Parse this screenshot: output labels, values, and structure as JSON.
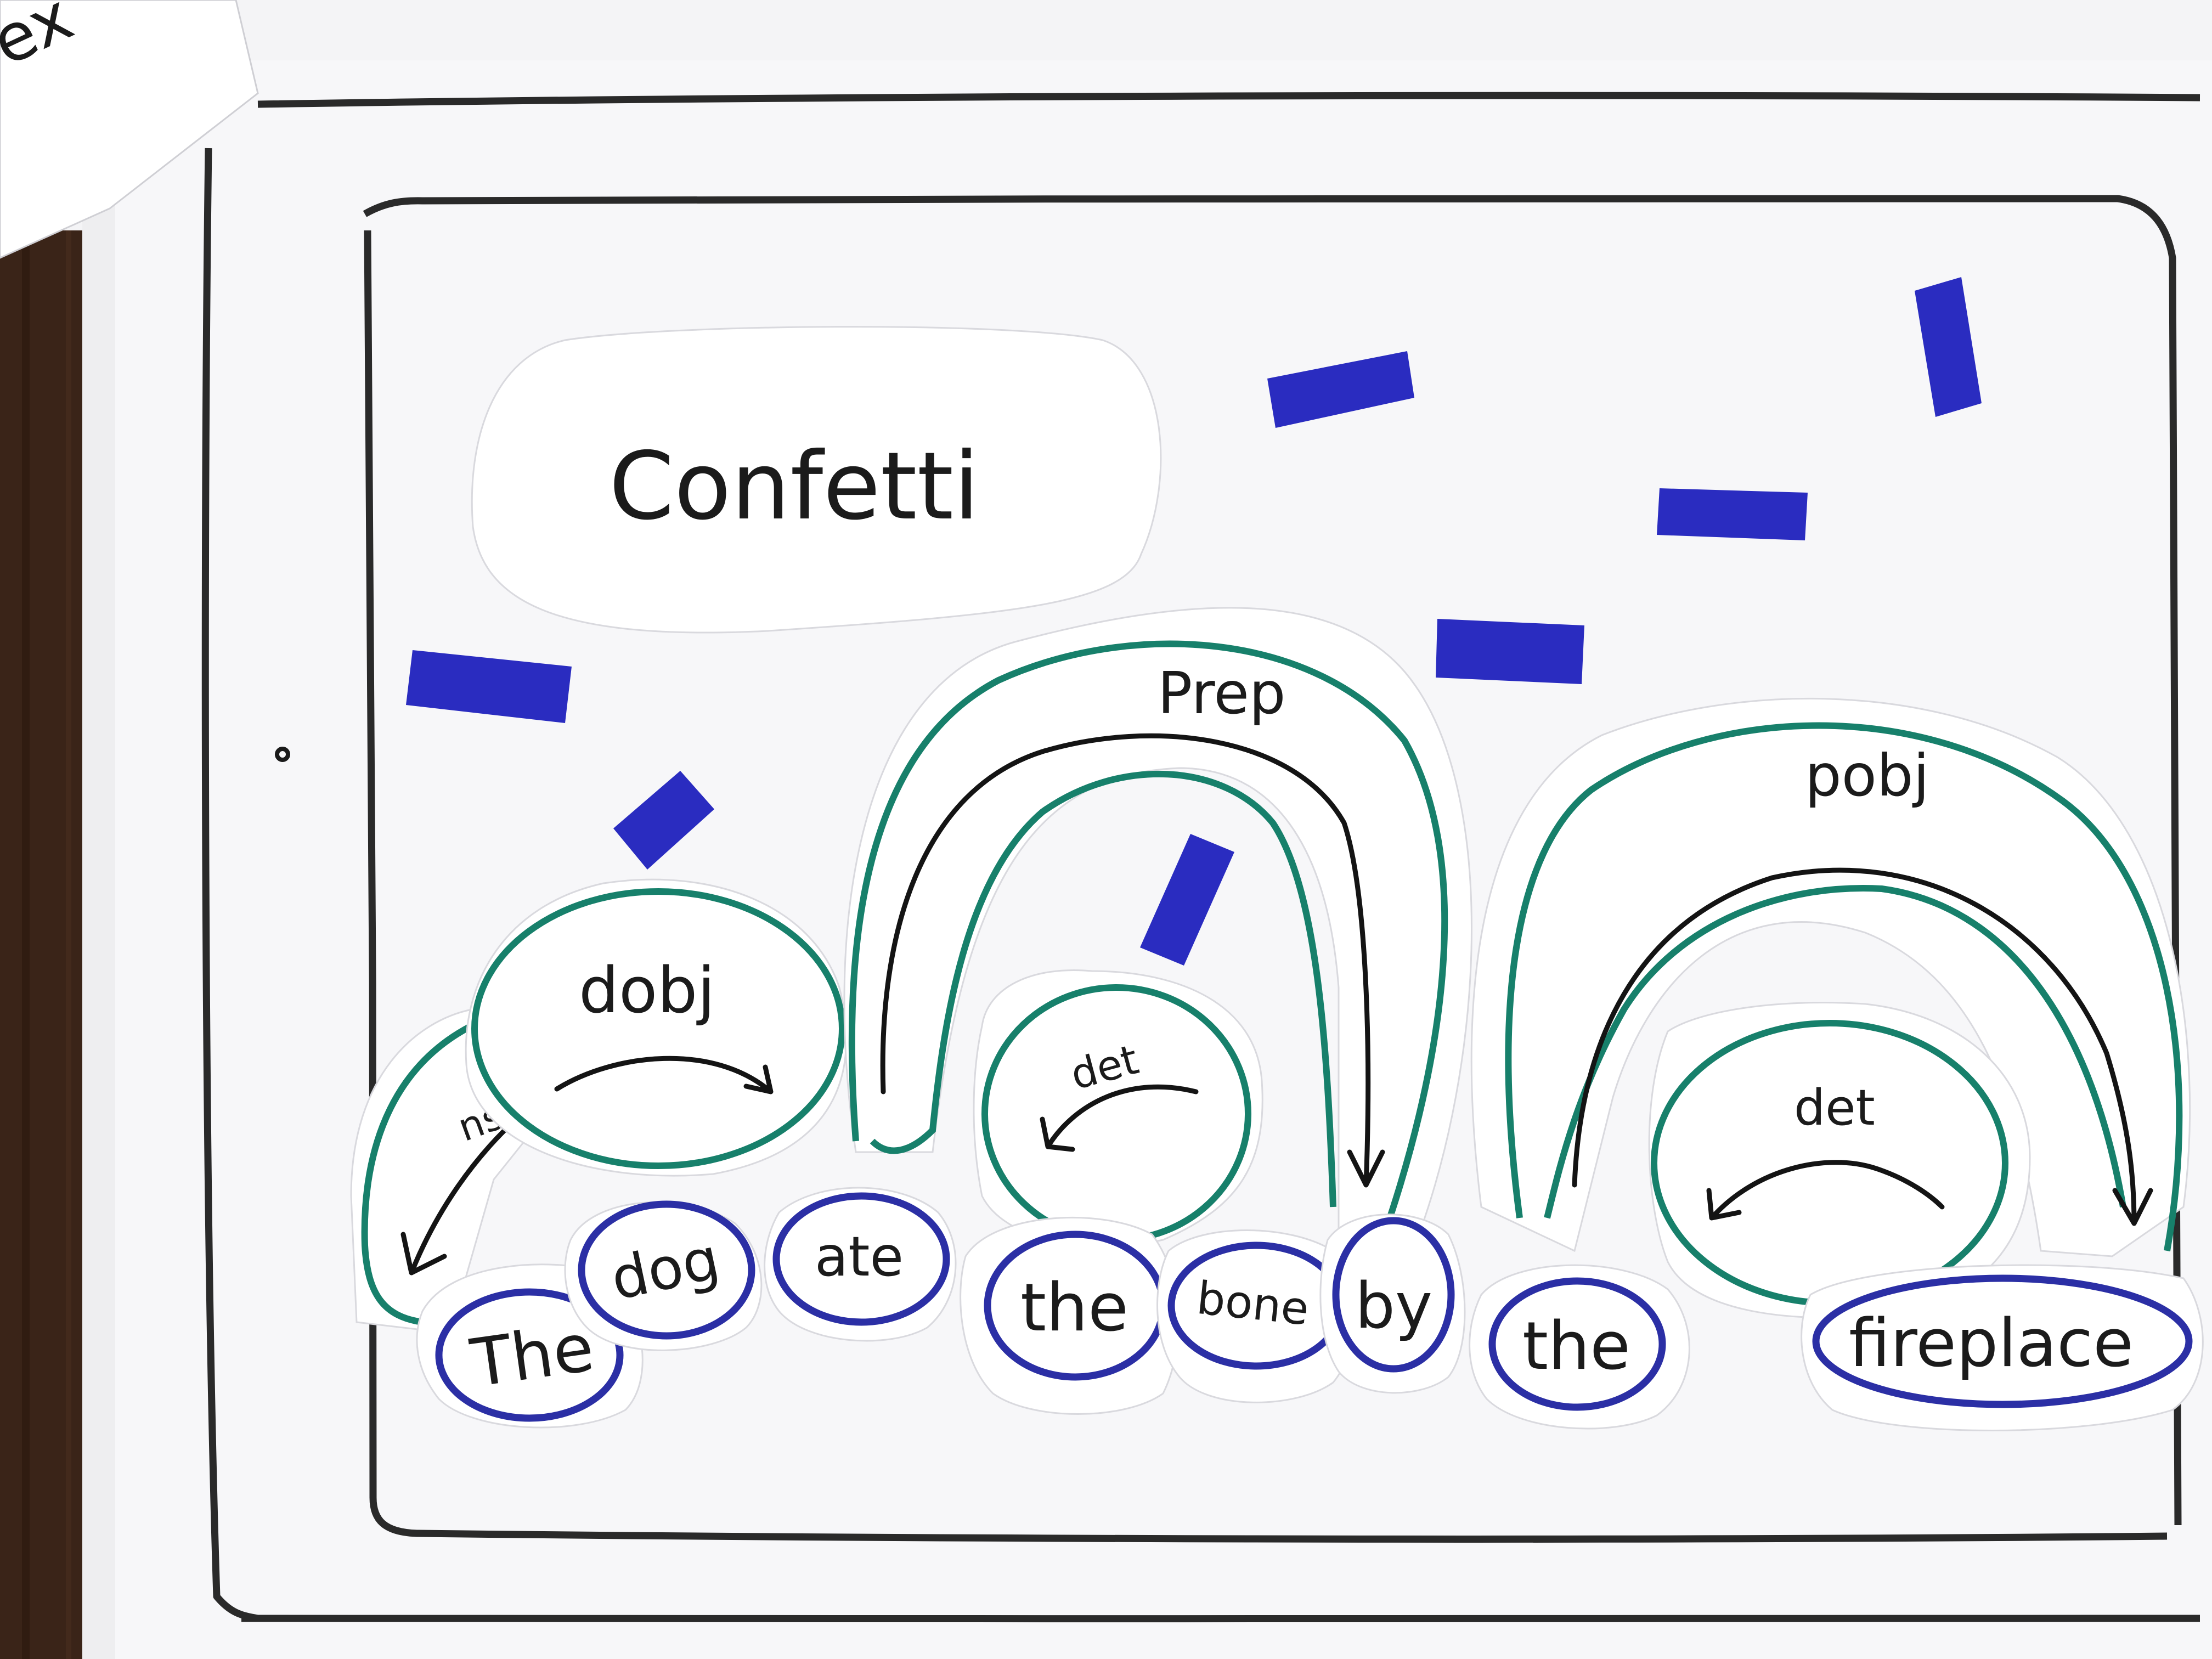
{
  "title_label": "Confetti",
  "words": [
    "The",
    "dog",
    "ate",
    "the",
    "bone",
    "by",
    "the",
    "fireplace"
  ],
  "arcs": {
    "nsubj": "ns",
    "dobj": "dobj",
    "det_1": "det",
    "prep": "Prep",
    "pobj": "pobj",
    "det_2": "det"
  },
  "corner_note": "ex",
  "colors": {
    "paper": "#ffffff",
    "table": "#3a2418",
    "arc_outline": "#17806b",
    "word_outline": "#2b2fa5",
    "confetti": "#2a2cc0",
    "ink": "#141414"
  }
}
